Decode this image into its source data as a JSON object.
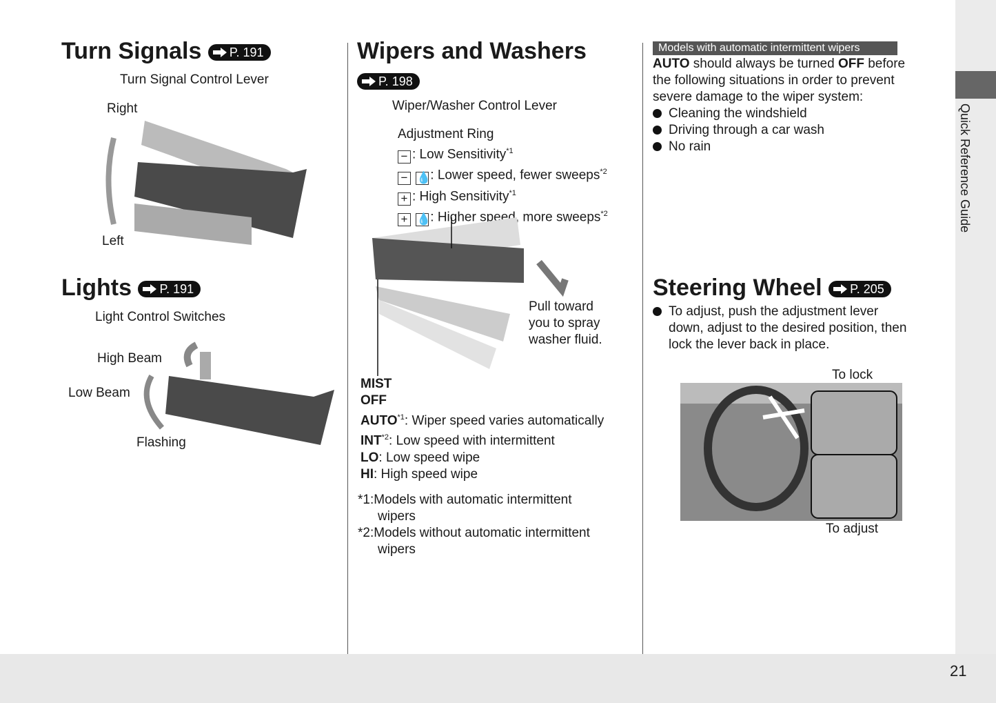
{
  "turn_signals": {
    "title": "Turn Signals",
    "ref": "P. 191",
    "caption": "Turn Signal Control Lever",
    "right": "Right",
    "left": "Left"
  },
  "lights": {
    "title": "Lights",
    "ref": "P. 191",
    "caption": "Light Control Switches",
    "high_beam": "High Beam",
    "low_beam": "Low Beam",
    "flashing": "Flashing"
  },
  "wipers": {
    "title": "Wipers and Washers",
    "ref": "P. 198",
    "caption": "Wiper/Washer Control Lever",
    "ring_title": "Adjustment Ring",
    "ring_items": [
      {
        "symbol": "−",
        "text": ": Low Sensitivity",
        "note": "*1"
      },
      {
        "symbol": "−",
        "text": ": Lower speed, fewer sweeps",
        "note": "*2"
      },
      {
        "symbol": "+",
        "text": ": High Sensitivity",
        "note": "*1"
      },
      {
        "symbol": "+",
        "text": ": Higher speed, more sweeps",
        "note": "*2"
      }
    ],
    "pull": [
      "Pull toward",
      "you to spray",
      "washer fluid."
    ],
    "modes": [
      {
        "label": "MIST",
        "note": "",
        "text": ""
      },
      {
        "label": "OFF",
        "note": "",
        "text": ""
      },
      {
        "label": "AUTO",
        "note": "*1",
        "text": ": Wiper speed varies automatically"
      },
      {
        "label": "INT",
        "note": "*2",
        "text": ": Low speed with intermittent"
      },
      {
        "label": "LO",
        "note": "",
        "text": ": Low speed wipe"
      },
      {
        "label": "HI",
        "note": "",
        "text": ": High speed wipe"
      }
    ],
    "footnotes": [
      {
        "mark": "*1:",
        "text": "Models with automatic intermittent",
        "cont": "wipers"
      },
      {
        "mark": "*2:",
        "text": "Models without automatic intermittent",
        "cont": "wipers"
      }
    ]
  },
  "auto_note": {
    "tag": "Models with automatic intermittent wipers",
    "bold1": "AUTO",
    "t1": " should always be turned ",
    "bold2": "OFF",
    "t2": " before",
    "line2": "the following situations in order to prevent",
    "line3": "severe damage to the wiper system:",
    "bullets": [
      "Cleaning the windshield",
      "Driving through a car wash",
      "No rain"
    ]
  },
  "steering": {
    "title": "Steering Wheel",
    "ref": "P. 205",
    "lines": [
      "To adjust, push the adjustment lever",
      "down, adjust to the desired position, then",
      "lock the lever back in place."
    ],
    "to_lock": "To lock",
    "to_adjust": "To adjust"
  },
  "side_tab": "Quick Reference Guide",
  "page_number": "21"
}
